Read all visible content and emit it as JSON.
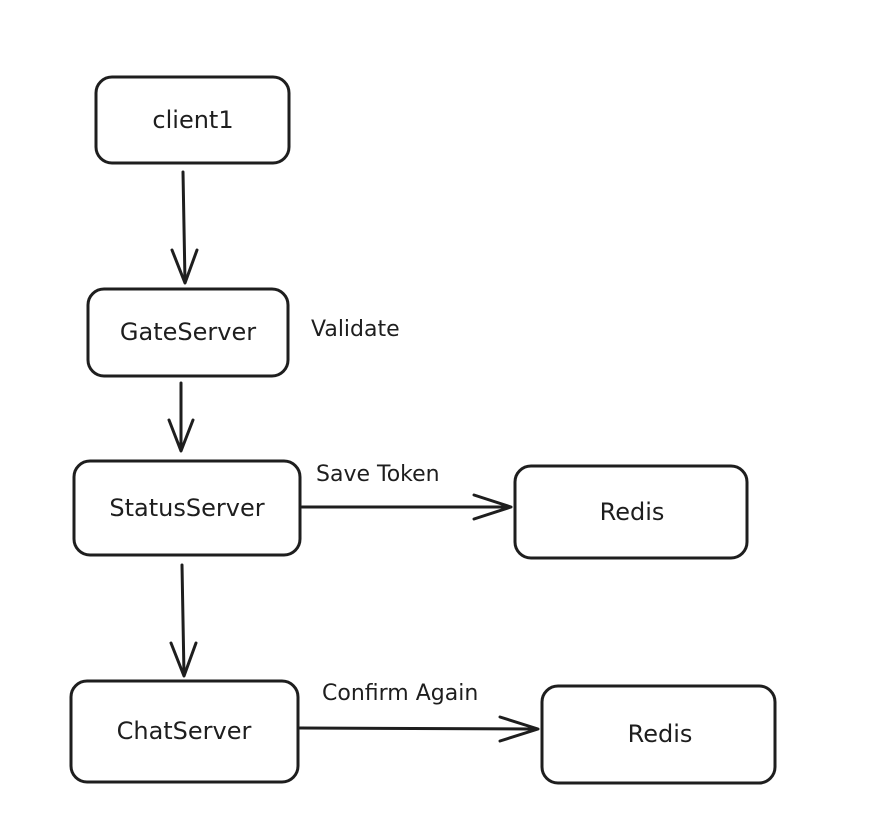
{
  "diagram": {
    "nodes": {
      "client1": "client1",
      "gate_server": "GateServer",
      "status_server": "StatusServer",
      "redis_token": "Redis",
      "chat_server": "ChatServer",
      "redis_confirm": "Redis"
    },
    "edge_labels": {
      "validate": "Validate",
      "save_token": "Save Token",
      "confirm_again": "Confirm Again"
    }
  }
}
